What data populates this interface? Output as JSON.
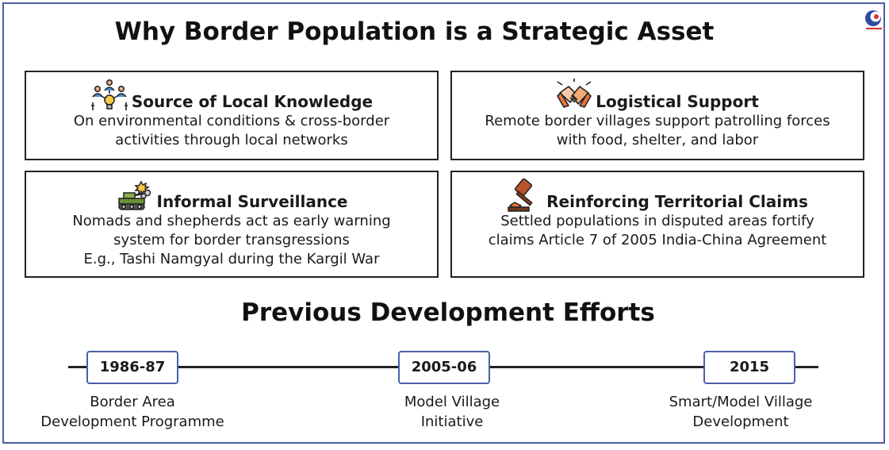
{
  "title": "Why Border Population is a Strategic Asset",
  "cards": [
    {
      "icon": "people-lightbulb-icon",
      "title": "Source of Local Knowledge",
      "lines": [
        "On environmental conditions & cross-border",
        "activities through local networks",
        ""
      ]
    },
    {
      "icon": "handshake-icon",
      "title": "Logistical Support",
      "lines": [
        "Remote border villages support patrolling forces",
        "with food, shelter, and labor",
        ""
      ]
    },
    {
      "icon": "tank-explosion-icon",
      "title": "Informal Surveillance",
      "lines": [
        "Nomads and shepherds act as early warning",
        "system for border transgressions",
        "E.g., Tashi Namgyal during the Kargil War"
      ]
    },
    {
      "icon": "gavel-icon",
      "title": "Reinforcing Territorial Claims",
      "lines": [
        "Settled populations in disputed areas fortify",
        "claims Article 7 of 2005 India-China Agreement",
        ""
      ]
    }
  ],
  "section_title": "Previous Development Efforts",
  "timeline": [
    {
      "year": "1986-87",
      "label_lines": [
        "Border Area",
        "Development Programme"
      ]
    },
    {
      "year": "2005-06",
      "label_lines": [
        "Model Village",
        "Initiative"
      ]
    },
    {
      "year": "2015",
      "label_lines": [
        "Smart/Model Village",
        "Development"
      ]
    }
  ],
  "colors": {
    "frame": "#4a5fa8",
    "accent_orange": "#e8743b",
    "logo_red": "#d8322e",
    "logo_blue": "#2f4aa0"
  }
}
